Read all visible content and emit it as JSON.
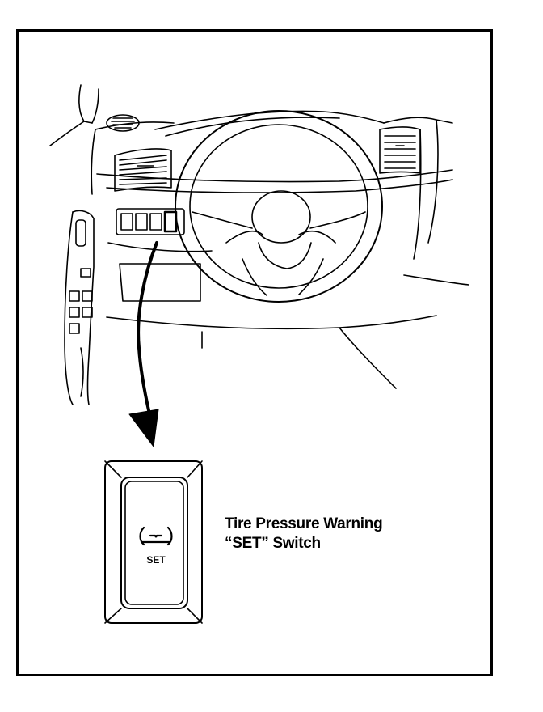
{
  "callout": {
    "line1": "Tire Pressure Warning",
    "line2": "“SET” Switch"
  },
  "switch": {
    "label": "SET",
    "icon": "tire-pressure-warning-icon"
  },
  "colors": {
    "ink": "#000000",
    "paper": "#ffffff"
  }
}
